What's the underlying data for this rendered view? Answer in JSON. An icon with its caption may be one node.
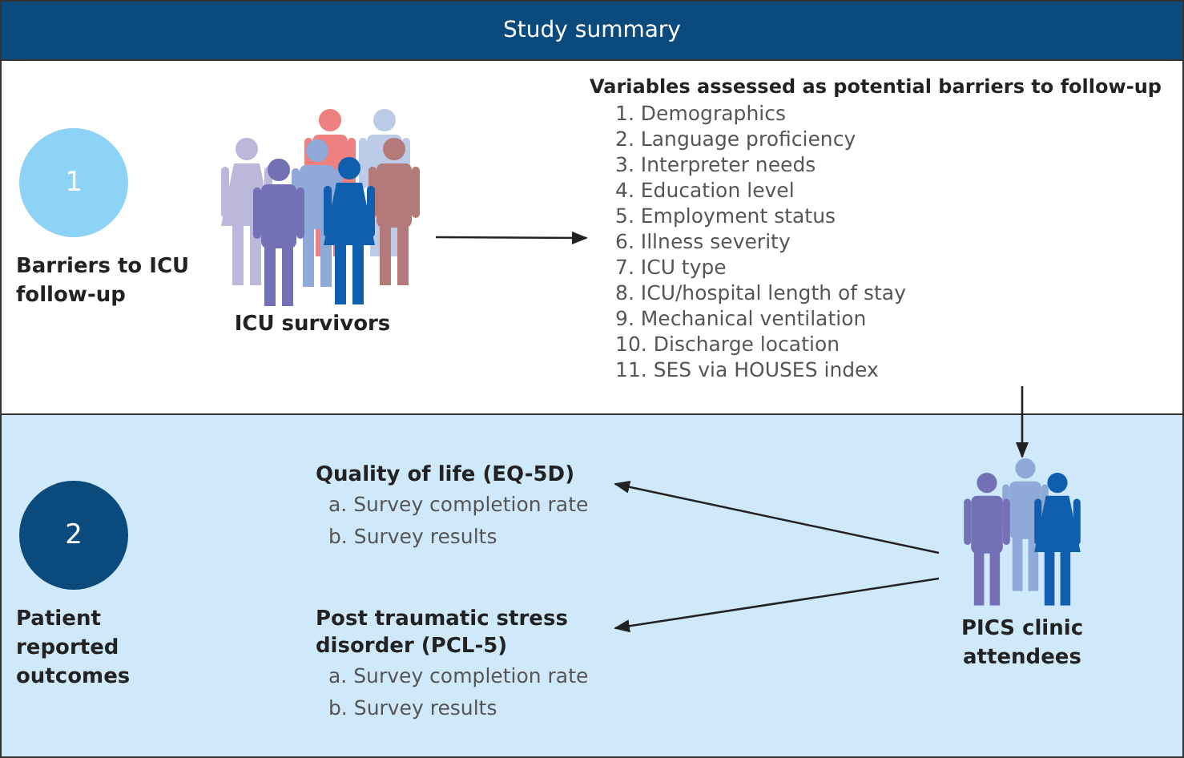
{
  "diagram": {
    "title": "Study summary",
    "nodes": [
      {
        "text": [
          "1",
          "Barriers to ICU follow-up"
        ]
      },
      {
        "text": [
          "ICU survivors"
        ]
      },
      {
        "text": [
          "Variables assessed as potential barriers to follow-up",
          "1. Demographics",
          "2. Language proficiency",
          "3. Interpreter needs",
          "4. Education level",
          "5. Employment status",
          "6. Illness severity",
          "7. ICU type",
          "8. ICU/hospital length of stay",
          "9. Mechanical ventilation",
          "10. Discharge location",
          "11. SES via HOUSES index"
        ]
      },
      {
        "text": [
          "2",
          "Patient reported outcomes"
        ]
      },
      {
        "text": [
          "Quality of life (EQ-5D)",
          "a. Survey completion rate",
          "b. Survey results"
        ]
      },
      {
        "text": [
          "Post traumatic stress disorder (PCL-5)",
          "a. Survey completion rate",
          "b. Survey results"
        ]
      },
      {
        "text": [
          "PICS clinic attendees"
        ]
      }
    ],
    "edges": [
      {
        "from": 1,
        "to": 2,
        "arrow": "to"
      },
      {
        "from": 2,
        "to": 6,
        "arrow": "to"
      },
      {
        "from": 6,
        "to": 4,
        "arrow": "to"
      },
      {
        "from": 6,
        "to": 5,
        "arrow": "to"
      }
    ]
  }
}
